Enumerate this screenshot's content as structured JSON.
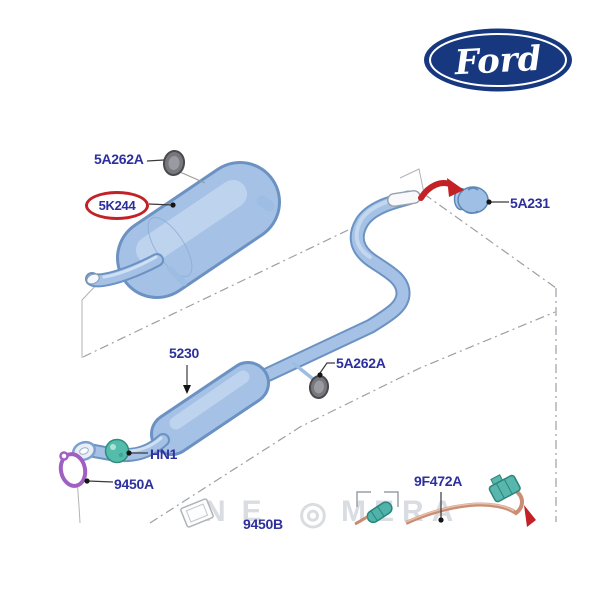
{
  "brand": {
    "name": "Ford",
    "logo_color": "#17377e"
  },
  "watermark": {
    "left": "NE",
    "o_icon": "◎",
    "right": "MERA"
  },
  "diagram": {
    "highlight_color": "#c42127",
    "label_color": "#2d2f9d",
    "labels": [
      {
        "id": "isolator-top",
        "code": "5A262A",
        "highlighted": false
      },
      {
        "id": "rear-muffler",
        "code": "5K244",
        "highlighted": true
      },
      {
        "id": "clamp",
        "code": "5A231",
        "highlighted": false
      },
      {
        "id": "resonator",
        "code": "5230",
        "highlighted": false
      },
      {
        "id": "isolator-mid",
        "code": "5A262A",
        "highlighted": false
      },
      {
        "id": "nut",
        "code": "HN1",
        "highlighted": false
      },
      {
        "id": "gasket-front",
        "code": "9450A",
        "highlighted": false
      },
      {
        "id": "gasket-bottom",
        "code": "9450B",
        "highlighted": false
      },
      {
        "id": "oxygen-sensor",
        "code": "9F472A",
        "highlighted": false
      }
    ],
    "part_colors": {
      "pipe_fill": "#a5c2e6",
      "pipe_edge": "#6b92c2",
      "pipe_highlight": "#c6d9f0",
      "isolator": "#77787c",
      "nut": "#53bcab",
      "gasket": "#a05fc2",
      "sensor": "#58b6ae",
      "wire": "#c98e75",
      "arrow": "#c42127"
    }
  }
}
